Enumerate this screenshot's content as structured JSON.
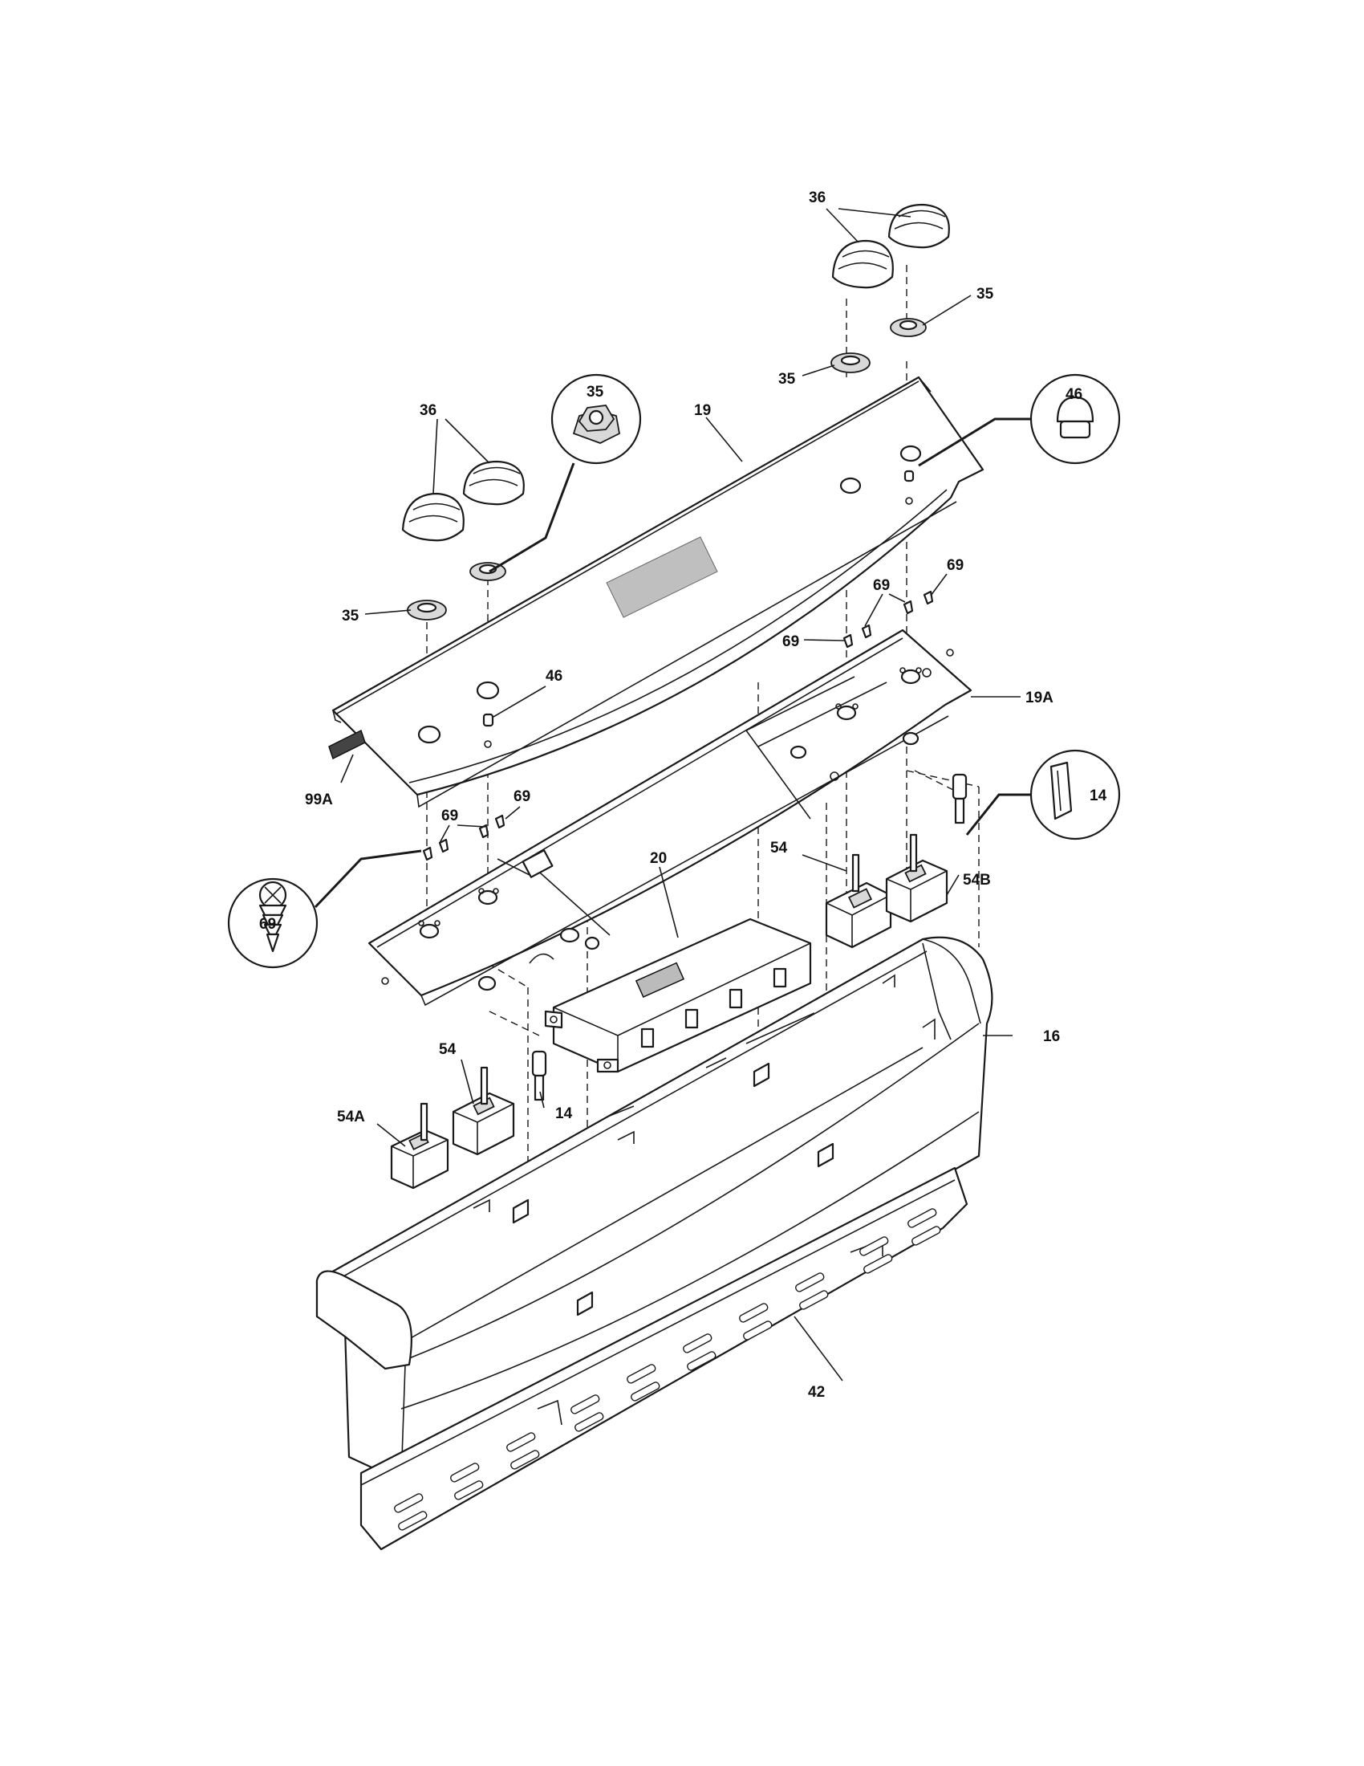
{
  "callouts": {
    "c36_right": "36",
    "c35_right_top": "35",
    "c35_right_mid": "35",
    "c19": "19",
    "c46_circle": "46",
    "c36_left": "36",
    "c35_circle": "35",
    "c35_left": "35",
    "c46": "46",
    "c69_a": "69",
    "c69_b": "69",
    "c69_c": "69",
    "c19A": "19A",
    "c99A": "99A",
    "c69_d": "69",
    "c69_e": "69",
    "c14_circle": "14",
    "c20": "20",
    "c54_right": "54",
    "c54B": "54B",
    "c69_circle": "69",
    "c16": "16",
    "c54_left": "54",
    "c54A": "54A",
    "c14": "14",
    "c42": "42"
  }
}
